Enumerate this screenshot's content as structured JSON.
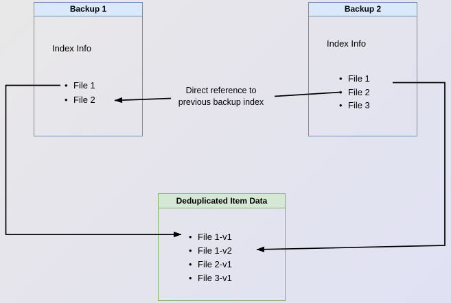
{
  "diagram": {
    "backup1": {
      "title": "Backup 1",
      "subtitle": "Index Info",
      "files": [
        "File 1",
        "File 2"
      ]
    },
    "backup2": {
      "title": "Backup 2",
      "subtitle": "Index Info",
      "files": [
        "File 1",
        "File 2",
        "File 3"
      ]
    },
    "dedup": {
      "title": "Deduplicated Item Data",
      "files": [
        "File 1-v1",
        "File 1-v2",
        "File 2-v1",
        "File 3-v1"
      ]
    },
    "annotation": {
      "line1": "Direct reference to",
      "line2": "previous backup index"
    },
    "colors": {
      "blue_border": "#6c8ebf",
      "blue_fill": "#dae8fc",
      "green_border": "#82b366",
      "green_fill": "#d5e8d4",
      "arrow": "#000000"
    }
  }
}
